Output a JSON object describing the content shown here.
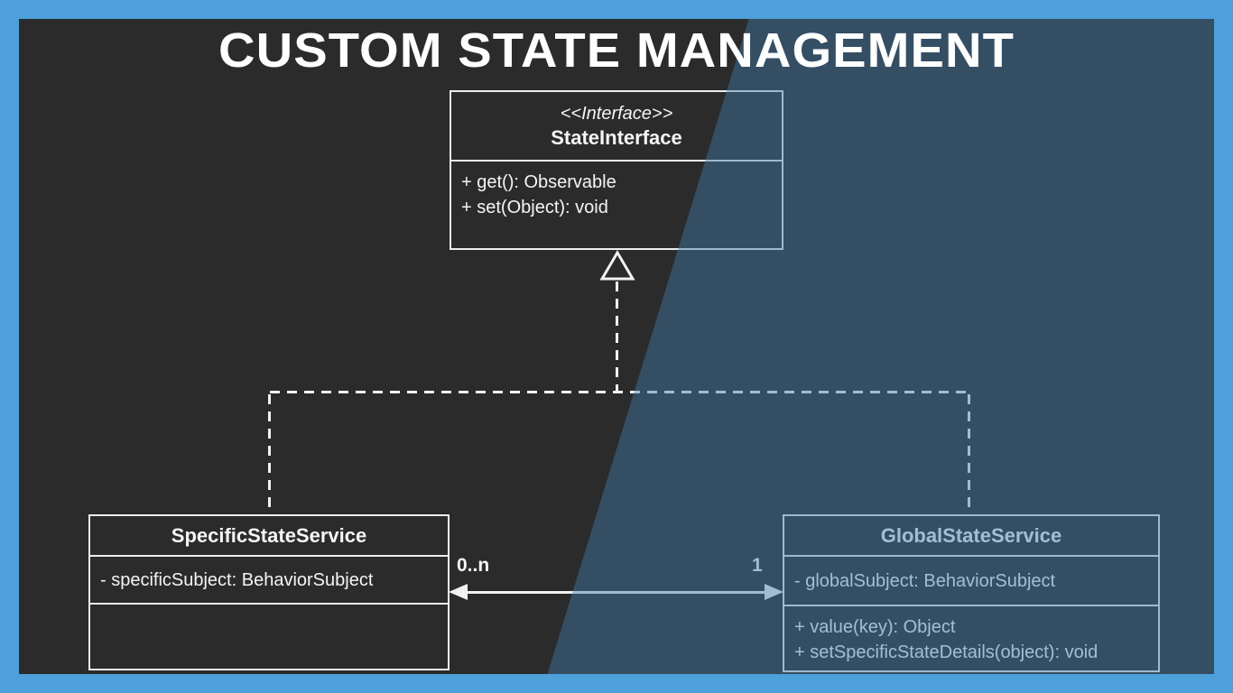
{
  "title": "CUSTOM STATE MANAGEMENT",
  "colors": {
    "frame": "#4DA0D9",
    "background": "#2B2B2B",
    "overlay_tint": "rgba(65,123,170,0.45)",
    "line": "#F2F2F2",
    "text": "#F5F5F5"
  },
  "classes": {
    "state_interface": {
      "stereotype": "<<Interface>>",
      "name": "StateInterface",
      "members": [
        "+ get(): Observable",
        "+ set(Object): void"
      ]
    },
    "specific_state_service": {
      "name": "SpecificStateService",
      "attributes": [
        "- specificSubject: BehaviorSubject"
      ],
      "methods": []
    },
    "global_state_service": {
      "name": "GlobalStateService",
      "attributes": [
        "- globalSubject: BehaviorSubject"
      ],
      "methods": [
        "+ value(key): Object",
        "+ setSpecificStateDetails(object): void"
      ]
    }
  },
  "association": {
    "left_multiplicity": "0..n",
    "right_multiplicity": "1"
  }
}
